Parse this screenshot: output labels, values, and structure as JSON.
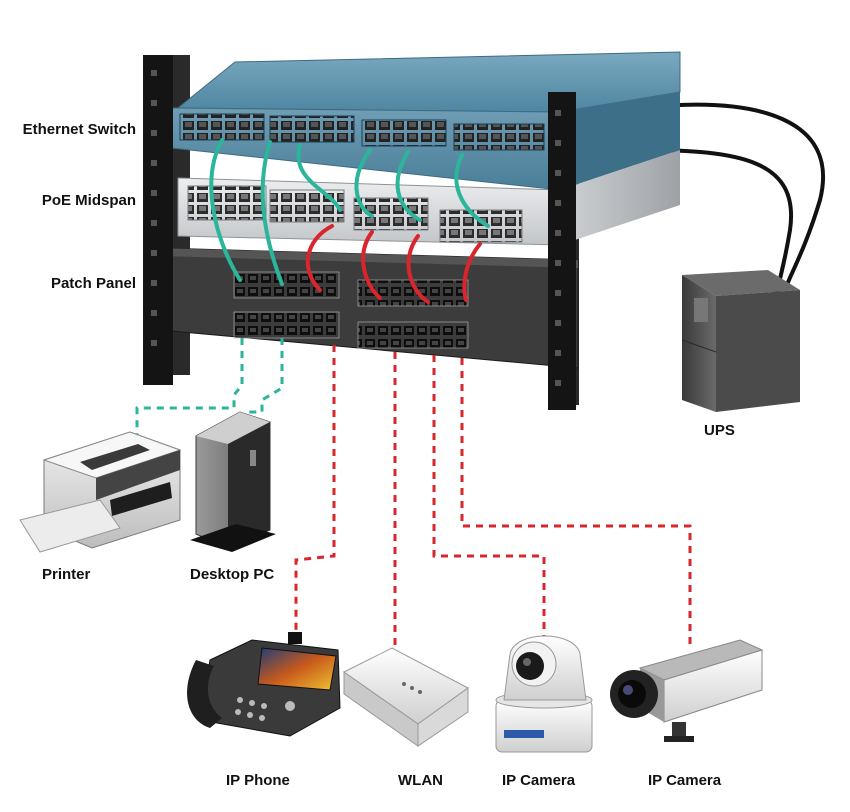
{
  "labels": {
    "ethernet_switch": "Ethernet Switch",
    "poe_midspan": "PoE Midspan",
    "patch_panel": "Patch Panel",
    "ups": "UPS",
    "printer": "Printer",
    "desktop_pc": "Desktop PC",
    "ip_phone": "IP Phone",
    "wlan": "WLAN",
    "ip_camera_1": "IP Camera",
    "ip_camera_2": "IP Camera"
  },
  "colors": {
    "data_cable": "#2bb59b",
    "poe_cable": "#d9262c",
    "switch_blue": "#5b8fa8",
    "midspan_grey": "#d4d6d8",
    "patch_panel_dark": "#3a3a3a",
    "rack_post": "#1a1a1a"
  },
  "icons": {
    "switch": "ethernet-switch-icon",
    "midspan": "poe-midspan-icon",
    "patch_panel": "patch-panel-icon",
    "ups": "ups-icon",
    "printer": "printer-icon",
    "desktop": "desktop-pc-icon",
    "phone": "ip-phone-icon",
    "wlan": "wlan-access-point-icon",
    "ptz_camera": "ptz-camera-icon",
    "box_camera": "box-camera-icon"
  }
}
